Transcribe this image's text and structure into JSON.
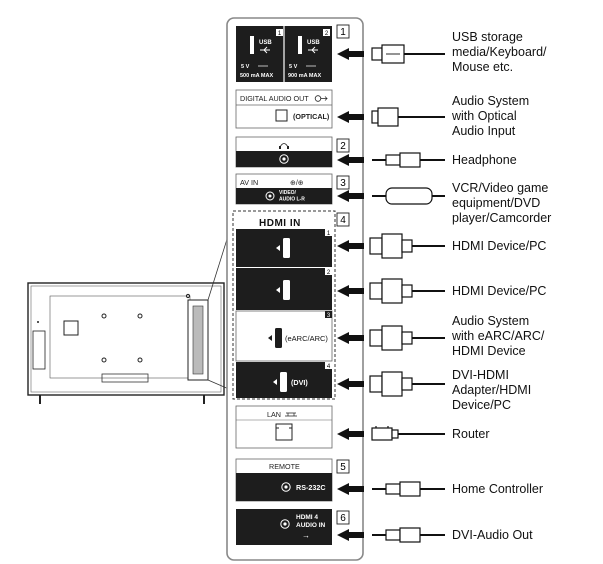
{
  "panel": {
    "usb_ports": [
      {
        "number": "1",
        "name": "USB",
        "rating_v": "5 V",
        "rating_a": "500 mA MAX"
      },
      {
        "number": "2",
        "name": "USB",
        "rating_v": "5 V",
        "rating_a": "900 mA MAX"
      }
    ],
    "digital_audio_out": {
      "title": "DIGITAL AUDIO OUT",
      "port_label": "(OPTICAL)"
    },
    "av_in": {
      "title": "AV IN",
      "sub": "VIDEO/",
      "sub2": "AUDIO L-R"
    },
    "hdmi_title": "HDMI IN",
    "hdmi_ports": [
      {
        "number": "1",
        "label": ""
      },
      {
        "number": "2",
        "label": ""
      },
      {
        "number": "3",
        "label": "(eARC/ARC)"
      },
      {
        "number": "4",
        "label": "(DVI)"
      }
    ],
    "lan_title": "LAN",
    "remote": {
      "title": "REMOTE",
      "port_label": "RS-232C"
    },
    "hdmi4_audio": {
      "line1": "HDMI 4",
      "line2": "AUDIO IN"
    },
    "group_numbers": [
      "1",
      "2",
      "3",
      "4",
      "5",
      "6"
    ]
  },
  "devices": [
    {
      "id": "usb",
      "lines": [
        "USB storage",
        "media/Keyboard/",
        "Mouse etc."
      ]
    },
    {
      "id": "optical",
      "lines": [
        "Audio System",
        "with Optical",
        "Audio Input"
      ]
    },
    {
      "id": "headphone",
      "lines": [
        "Headphone"
      ]
    },
    {
      "id": "av",
      "lines": [
        "VCR/Video game",
        "equipment/DVD",
        "player/Camcorder"
      ]
    },
    {
      "id": "hdmi1",
      "lines": [
        "HDMI Device/PC"
      ]
    },
    {
      "id": "hdmi2",
      "lines": [
        "HDMI Device/PC"
      ]
    },
    {
      "id": "hdmi3",
      "lines": [
        "Audio System",
        "with eARC/ARC/",
        "HDMI Device"
      ]
    },
    {
      "id": "hdmi4",
      "lines": [
        "DVI-HDMI",
        "Adapter/HDMI",
        "Device/PC"
      ]
    },
    {
      "id": "lan",
      "lines": [
        "Router"
      ]
    },
    {
      "id": "remote",
      "lines": [
        "Home Controller"
      ]
    },
    {
      "id": "dvi_audio",
      "lines": [
        "DVI-Audio Out"
      ]
    }
  ]
}
